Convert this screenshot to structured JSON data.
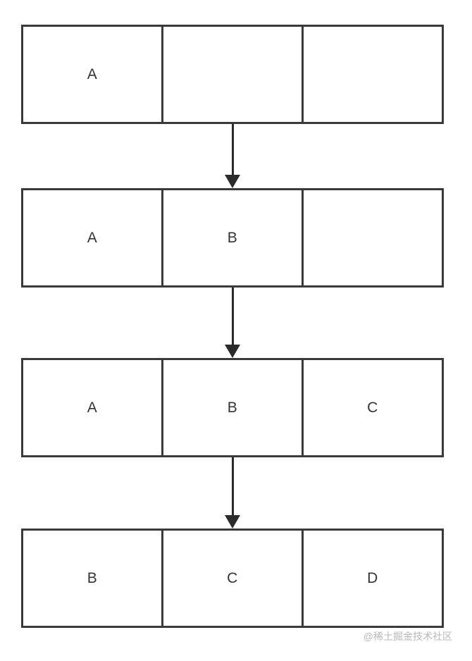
{
  "diagram": {
    "type": "flow-of-array-states",
    "arrow_color": "#2b2b2b",
    "border_color": "#3a3a3a",
    "rows": [
      {
        "cells": [
          "A",
          "",
          ""
        ]
      },
      {
        "cells": [
          "A",
          "B",
          ""
        ]
      },
      {
        "cells": [
          "A",
          "B",
          "C"
        ]
      },
      {
        "cells": [
          "B",
          "C",
          "D"
        ]
      }
    ]
  },
  "watermark": {
    "text": "@稀土掘金技术社区"
  }
}
